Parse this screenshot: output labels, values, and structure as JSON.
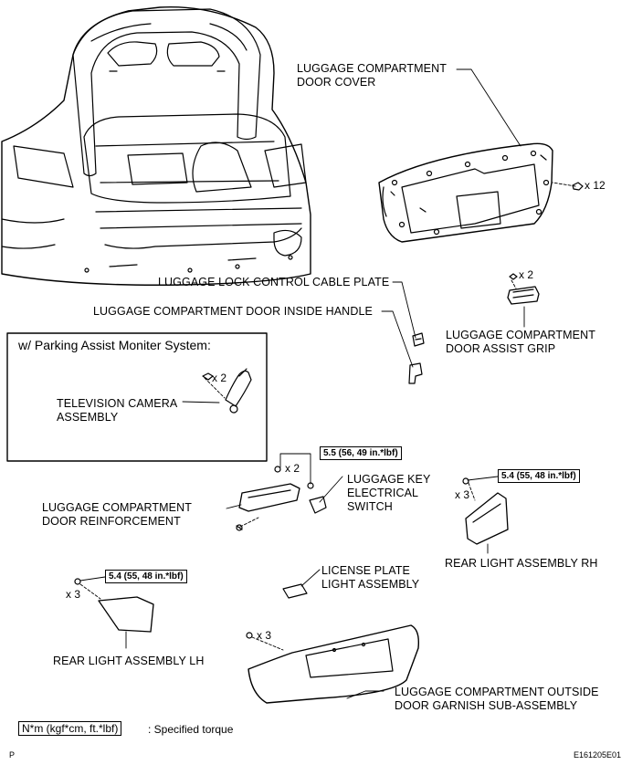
{
  "labels": {
    "door_cover": [
      "LUGGAGE COMPARTMENT",
      "DOOR COVER"
    ],
    "lock_cable_plate": "LUGGAGE LOCK CONTROL CABLE PLATE",
    "inside_handle": "LUGGAGE COMPARTMENT DOOR INSIDE HANDLE",
    "assist_grip": [
      "LUGGAGE COMPARTMENT",
      "DOOR ASSIST GRIP"
    ],
    "tv_camera": [
      "TELEVISION CAMERA",
      "ASSEMBLY"
    ],
    "key_switch": [
      "LUGGAGE KEY",
      "ELECTRICAL",
      "SWITCH"
    ],
    "reinforcement": [
      "LUGGAGE COMPARTMENT",
      "DOOR REINFORCEMENT"
    ],
    "rear_light_rh": "REAR LIGHT ASSEMBLY RH",
    "license_light": [
      "LICENSE PLATE",
      "LIGHT ASSEMBLY"
    ],
    "rear_light_lh": "REAR LIGHT ASSEMBLY LH",
    "garnish": [
      "LUGGAGE COMPARTMENT OUTSIDE",
      "DOOR GARNISH SUB-ASSEMBLY"
    ]
  },
  "inset": {
    "title": "w/ Parking Assist Moniter System:"
  },
  "quantities": {
    "cover_clips": "x 12",
    "grip_screws": "x 2",
    "camera_screws": "x 2",
    "reinf_nuts": "x 2",
    "rh_nuts": "x 3",
    "lh_nuts": "x 3",
    "garnish_nuts": "x 3"
  },
  "torques": {
    "reinforcement": "5.5 (56, 49 in.*lbf)",
    "rear_light_rh": "5.4 (55, 48 in.*lbf)",
    "rear_light_lh": "5.4 (55, 48 in.*lbf)"
  },
  "legend": {
    "unit": "N*m (kgf*cm, ft.*lbf)",
    "text": ": Specified torque"
  },
  "figure_code": "E161205E01",
  "corner_mark": "P"
}
